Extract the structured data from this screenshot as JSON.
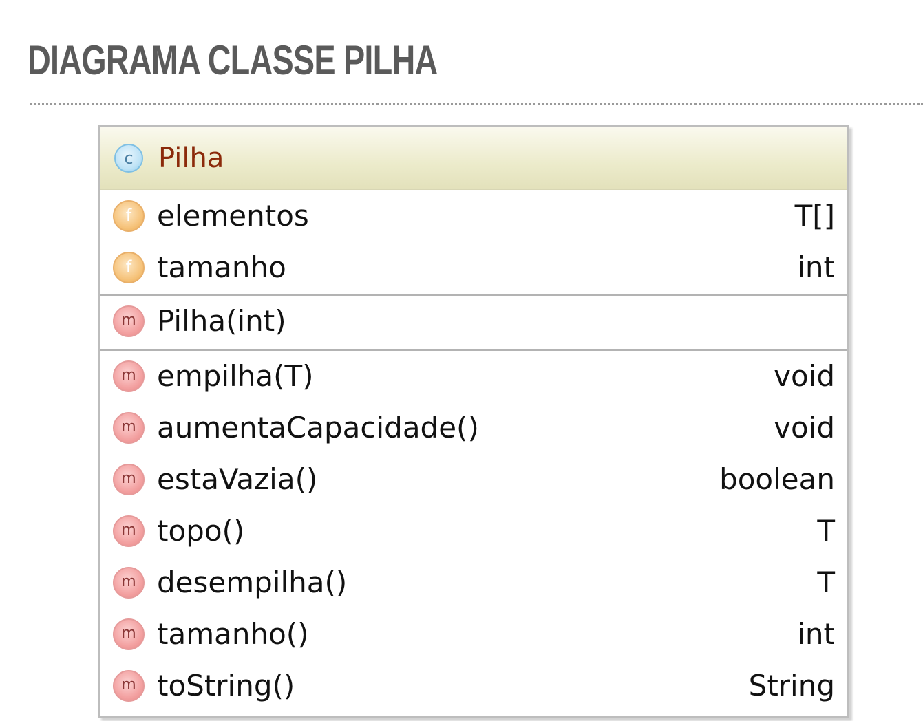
{
  "slide": {
    "title": "DIAGRAMA CLASSE PILHA"
  },
  "class_diagram": {
    "class_icon_letter": "c",
    "class_name": "Pilha",
    "fields": [
      {
        "icon": "f",
        "name": "elementos",
        "type": "T[]"
      },
      {
        "icon": "f",
        "name": "tamanho",
        "type": "int"
      }
    ],
    "constructors": [
      {
        "icon": "m",
        "name": "Pilha(int)",
        "type": ""
      }
    ],
    "methods": [
      {
        "icon": "m",
        "name": "empilha(T)",
        "type": "void"
      },
      {
        "icon": "m",
        "name": "aumentaCapacidade()",
        "type": "void"
      },
      {
        "icon": "m",
        "name": "estaVazia()",
        "type": "boolean"
      },
      {
        "icon": "m",
        "name": "topo()",
        "type": "T"
      },
      {
        "icon": "m",
        "name": "desempilha()",
        "type": "T"
      },
      {
        "icon": "m",
        "name": "tamanho()",
        "type": "int"
      },
      {
        "icon": "m",
        "name": "toString()",
        "type": "String"
      }
    ],
    "colors": {
      "class_name": "#8b2a0a",
      "header_bg": "#ecebcb",
      "field_icon": "#f6c47d",
      "method_icon": "#f3a2a2",
      "class_icon": "#bfe3f6"
    }
  }
}
